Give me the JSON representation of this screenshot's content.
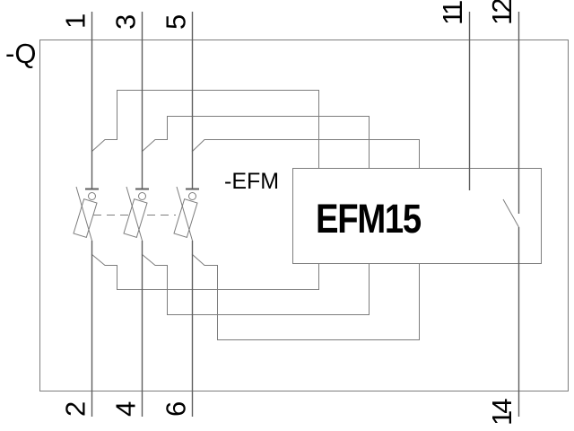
{
  "colors": {
    "wire": "#7d7d7d",
    "terminal_line": "#5f5f5f",
    "text": "#000000",
    "box_fill": "#ffffff"
  },
  "labels": {
    "device_ref": "-Q",
    "module_ref": "-EFM",
    "module_name": "EFM15"
  },
  "terminals": {
    "top": {
      "t1": "1",
      "t3": "3",
      "t5": "5"
    },
    "bottom": {
      "t2": "2",
      "t4": "4",
      "t6": "6"
    },
    "aux_top": {
      "t11": "11",
      "t12": "12"
    },
    "aux_bottom": {
      "t14": "14"
    }
  }
}
